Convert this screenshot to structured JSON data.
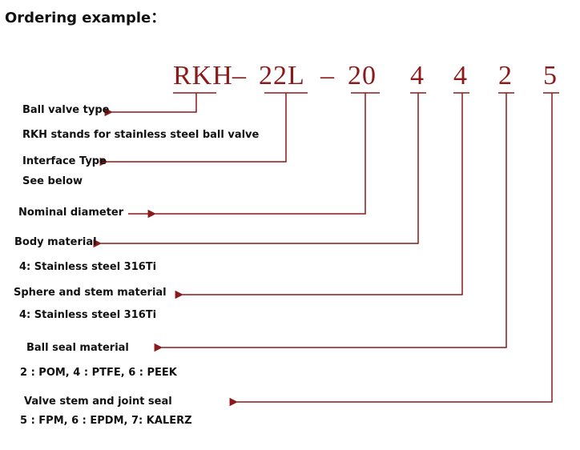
{
  "heading": "Ordering example：",
  "code": {
    "seg1": "RKH",
    "dash1": "–",
    "seg2": "22L",
    "dash2": "–",
    "seg3": "20",
    "seg4": "4",
    "seg5": "4",
    "seg6": "2",
    "seg7": "5"
  },
  "labels": {
    "ball_valve_type": "Ball valve type",
    "ball_valve_desc": "RKH stands for stainless steel ball valve",
    "interface_type": "Interface Type",
    "interface_desc": "See below",
    "nominal_diameter": "Nominal diameter",
    "body_material": "Body material",
    "body_material_desc": "4: Stainless steel 316Ti",
    "sphere_stem": "Sphere and stem material",
    "sphere_stem_desc": "4: Stainless steel 316Ti",
    "ball_seal": "Ball seal material",
    "ball_seal_desc": "2 : POM, 4 : PTFE, 6 : PEEK",
    "stem_joint_seal": "Valve stem and joint seal",
    "stem_joint_seal_desc": "5 : FPM, 6 : EPDM, 7: KALERZ"
  },
  "colors": {
    "connector": "#8b1a1a",
    "code_text": "#8b1a1a",
    "label_text": "#111111"
  }
}
